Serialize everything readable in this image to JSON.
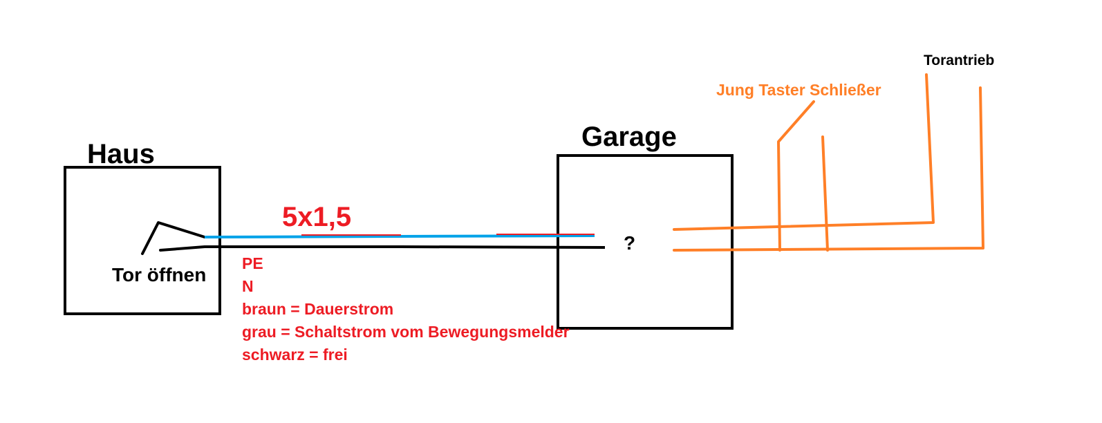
{
  "colors": {
    "ink": "#000000",
    "cable_blue": "#00a2e8",
    "annotation_red": "#ed1c24",
    "wiring_orange": "#ff7f27",
    "background": "#ffffff"
  },
  "labels": {
    "house": "Haus",
    "garage": "Garage",
    "switch": "Tor öffnen",
    "cable_spec": "5x1,5",
    "unknown": "?",
    "push_button": "Jung Taster Schließer",
    "gate_drive": "Torantrieb"
  },
  "wire_notes": [
    "PE",
    "N",
    "braun = Dauerstrom",
    "grau = Schaltstrom vom Bewegungsmelder",
    "schwarz = frei"
  ]
}
